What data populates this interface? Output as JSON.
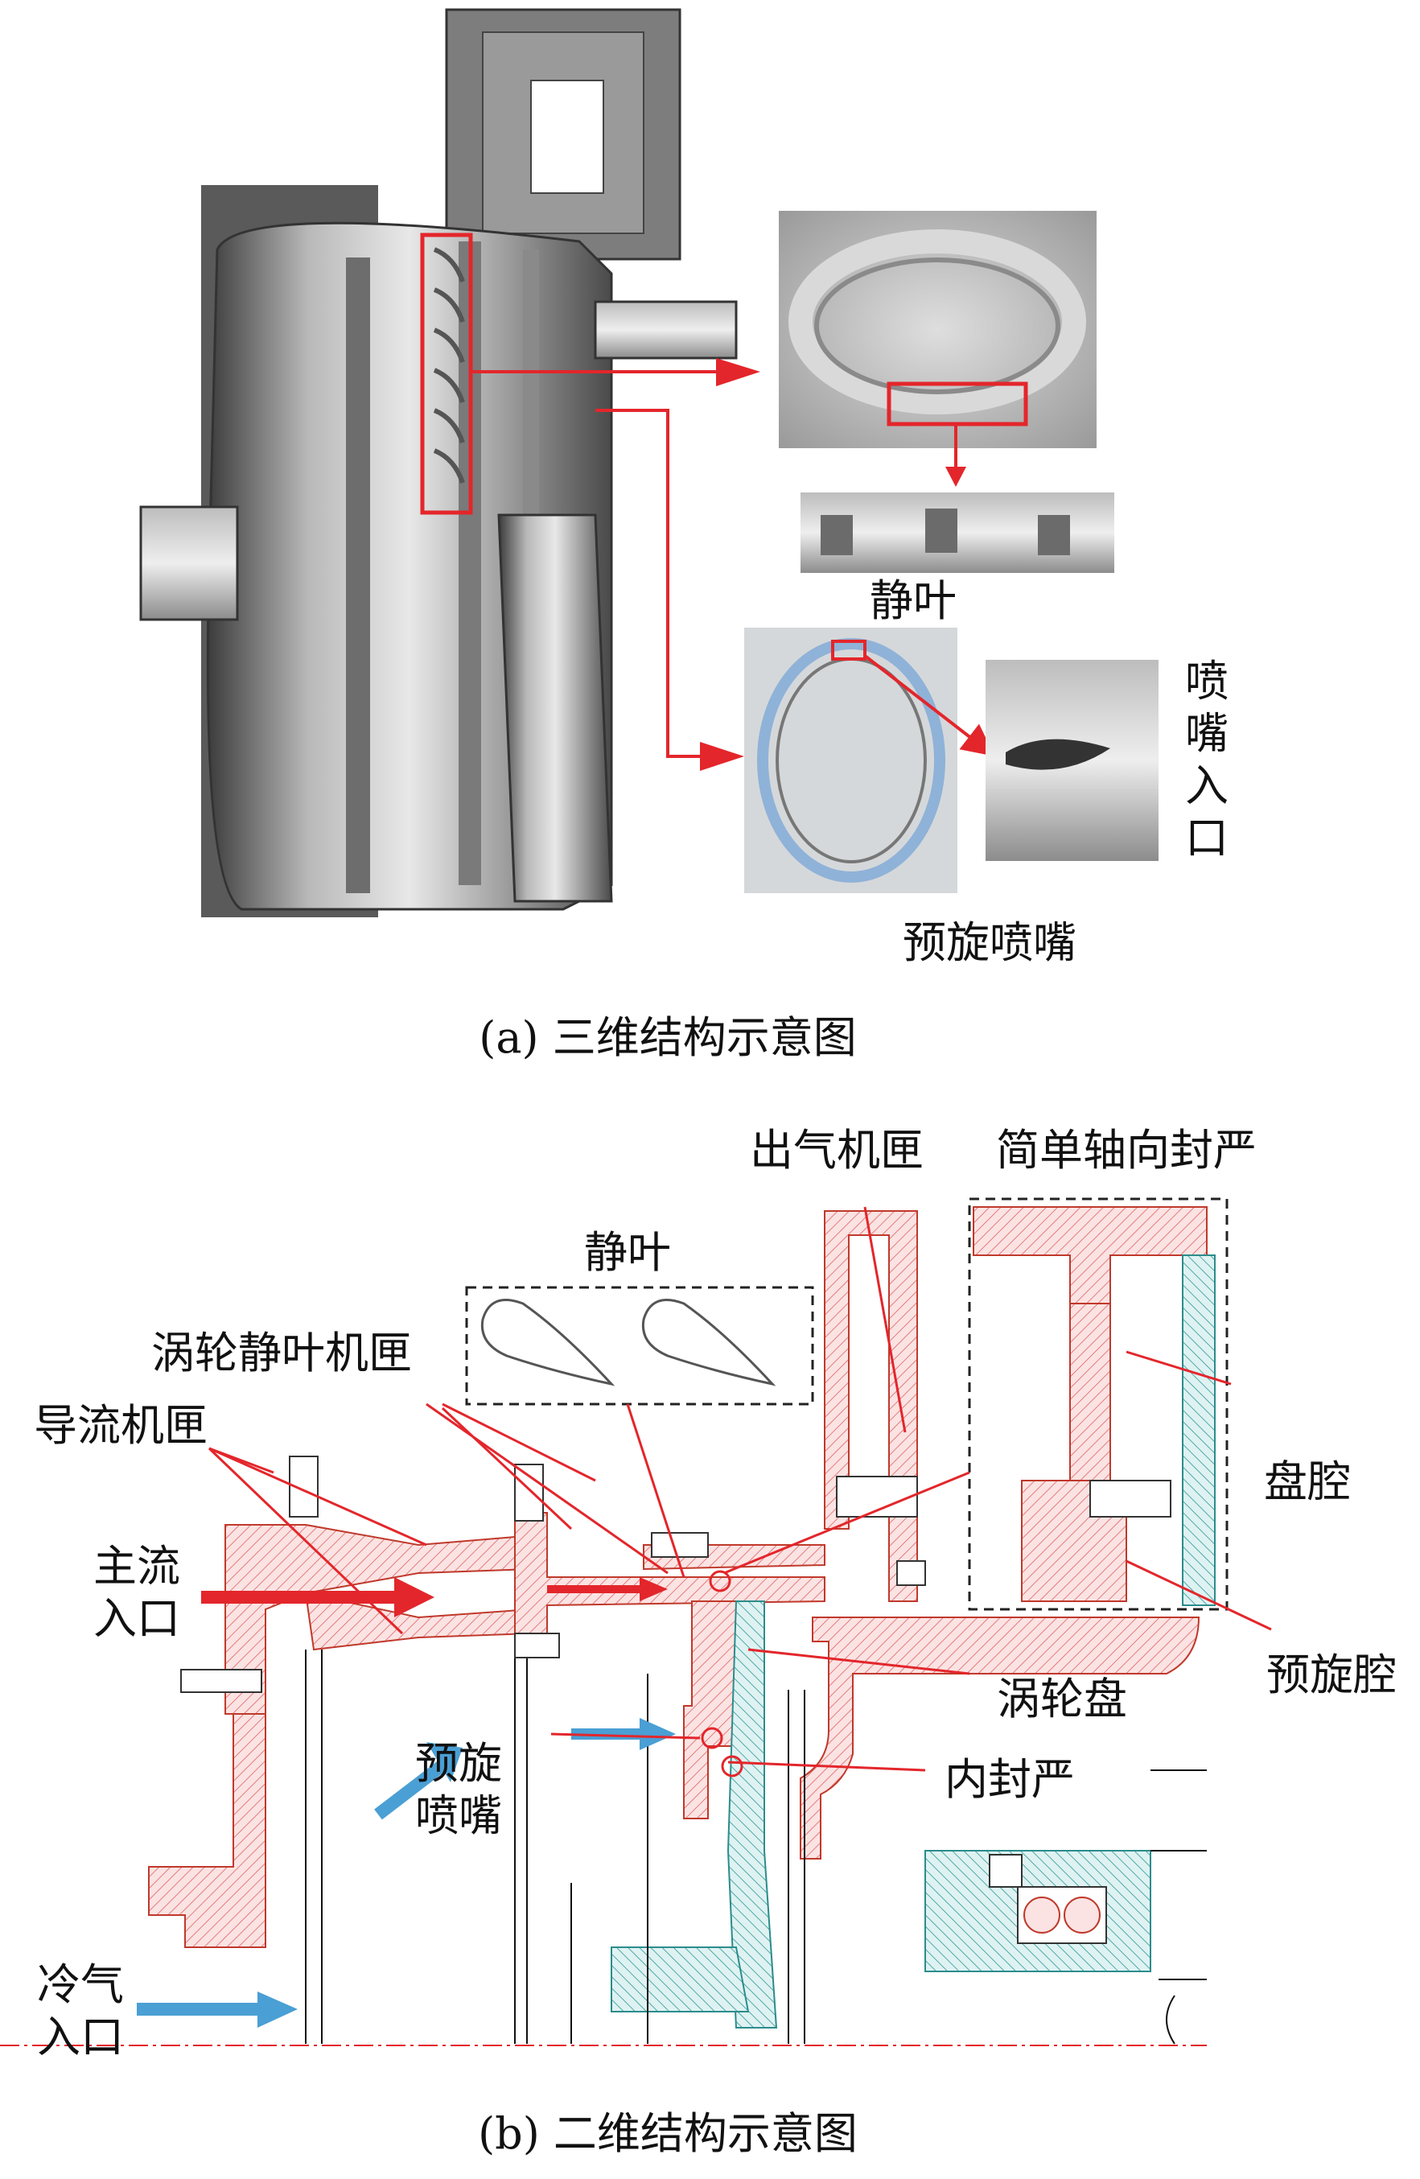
{
  "panel_a": {
    "caption": "(a) 三维结构示意图",
    "photo_vane_label": "静叶",
    "photo_nozzle_label": "预旋喷嘴",
    "nozzle_inlet_label": [
      "喷",
      "嘴",
      "入",
      "口"
    ]
  },
  "panel_b": {
    "caption": "(b) 二维结构示意图",
    "labels": {
      "outlet_casing": "出气机匣",
      "simple_axial_seal": "简单轴向封严",
      "stator_vane": "静叶",
      "turbine_vane_casing": "涡轮静叶机匣",
      "guide_casing": "导流机匣",
      "mainstream_inlet_1": "主流",
      "mainstream_inlet_2": "入口",
      "disc_cavity": "盘腔",
      "preswirl_cavity": "预旋腔",
      "turbine_disc": "涡轮盘",
      "preswirl_nozzle_1": "预旋",
      "preswirl_nozzle_2": "喷嘴",
      "inner_seal": "内封严",
      "coolant_inlet_1": "冷气",
      "coolant_inlet_2": "入口"
    }
  },
  "colors": {
    "annotation_red": "#e3262b",
    "coolant_blue": "#4a9fd4",
    "hatch_red": "#e88a8a",
    "hatch_cyan": "#5fb7b7",
    "metal_gray": "#7a7a7a"
  }
}
